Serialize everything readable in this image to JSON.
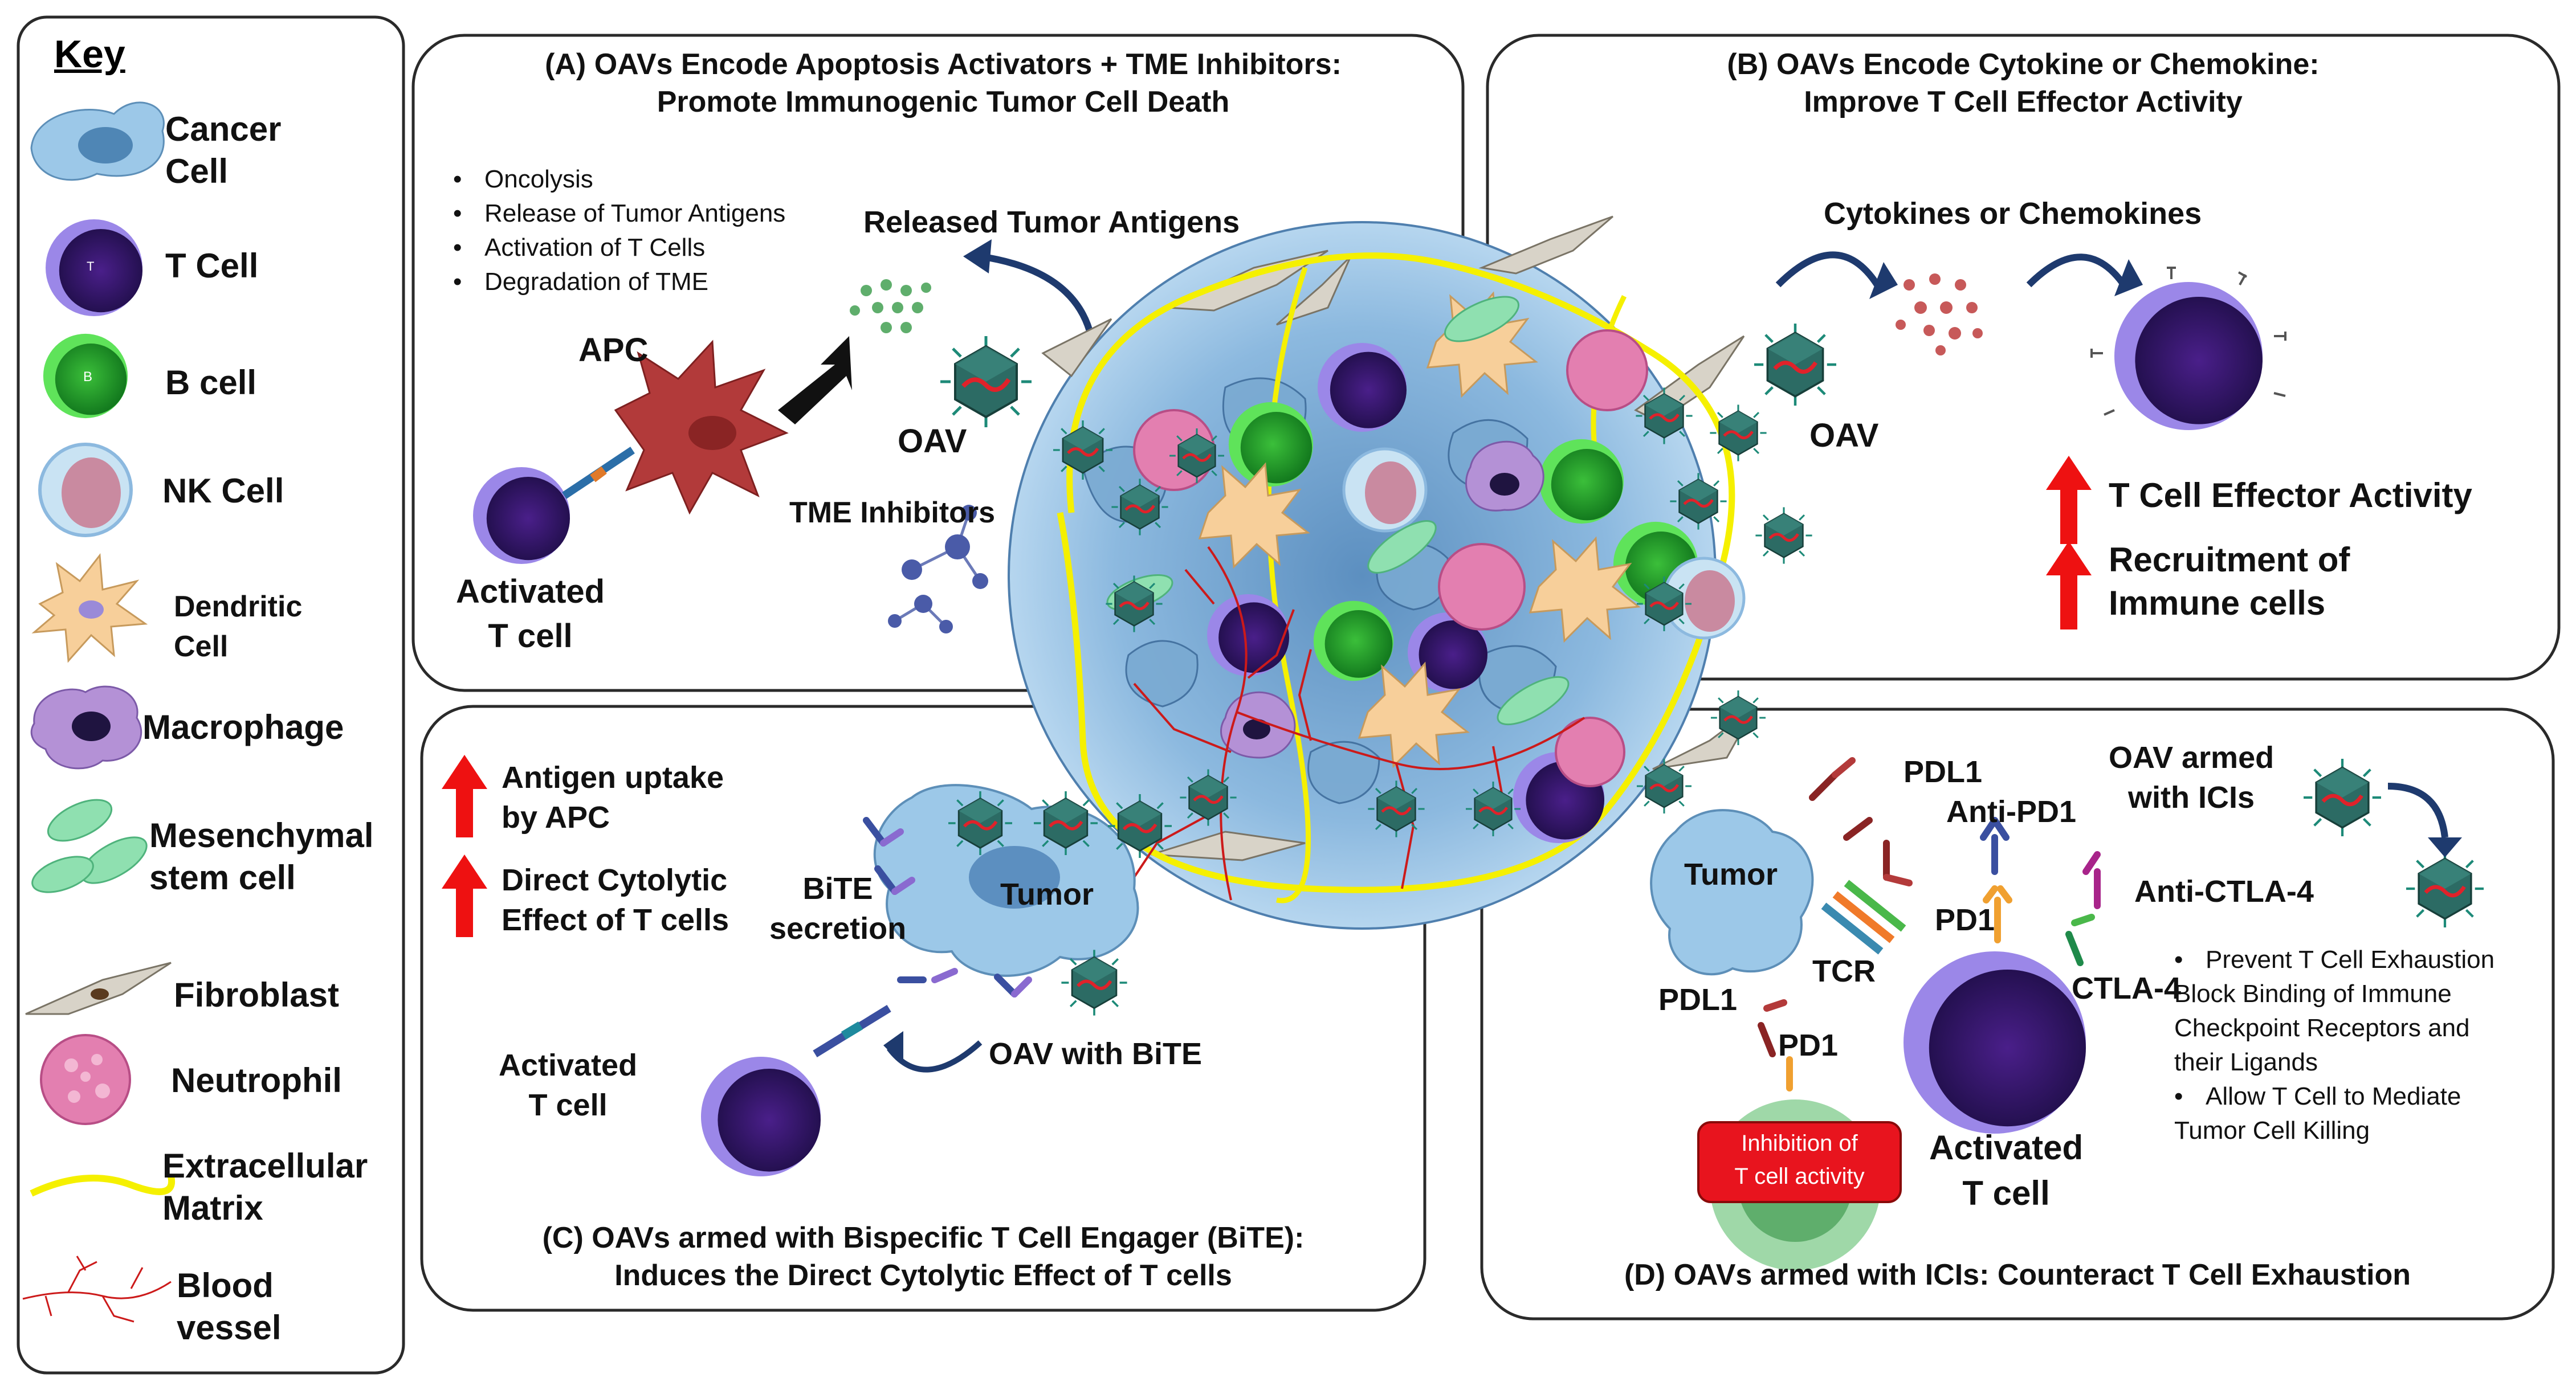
{
  "key": {
    "title": "Key",
    "items": [
      {
        "label": "Cancer\nCell",
        "icon": "cancer-cell-icon"
      },
      {
        "label": "T Cell",
        "icon": "t-cell-icon"
      },
      {
        "label": "B cell",
        "icon": "b-cell-icon"
      },
      {
        "label": "NK Cell",
        "icon": "nk-cell-icon"
      },
      {
        "label": "Dendritic\nCell",
        "icon": "dendritic-cell-icon"
      },
      {
        "label": "Macrophage",
        "icon": "macrophage-icon"
      },
      {
        "label": "Mesenchymal\nstem cell",
        "icon": "mesenchymal-stem-cell-icon"
      },
      {
        "label": "Fibroblast",
        "icon": "fibroblast-icon"
      },
      {
        "label": "Neutrophil",
        "icon": "neutrophil-icon"
      },
      {
        "label": "Extracellular\nMatrix",
        "icon": "extracellular-matrix-icon"
      },
      {
        "label": "Blood\nvessel",
        "icon": "blood-vessel-icon"
      }
    ],
    "t_letter": "T",
    "b_letter": "B"
  },
  "panel_a": {
    "title": "(A) OAVs Encode Apoptosis Activators + TME Inhibitors:\nPromote Immunogenic Tumor Cell Death",
    "bullets": [
      "Oncolysis",
      "Release of Tumor Antigens",
      "Activation of T Cells",
      "Degradation of TME"
    ],
    "released_antigens": "Released Tumor Antigens",
    "apc": "APC",
    "oav": "OAV",
    "tme_inhibitors": "TME Inhibitors",
    "activated_t_cell": "Activated\nT cell"
  },
  "panel_b": {
    "title": "(B) OAVs Encode Cytokine or Chemokine:\nImprove T Cell Effector Activity",
    "cytokines": "Cytokines or Chemokines",
    "oav": "OAV",
    "effects": [
      "T Cell  Effector Activity",
      "Recruitment of\nImmune cells"
    ]
  },
  "panel_c": {
    "title": "(C) OAVs armed with Bispecific T Cell Engager (BiTE):\nInduces the Direct Cytolytic Effect of T cells",
    "effects": [
      "Antigen uptake\nby APC",
      "Direct Cytolytic\nEffect of T cells"
    ],
    "bite_secretion": "BiTE\nsecretion",
    "tumor": "Tumor",
    "activated_t_cell": "Activated\nT cell",
    "oav_with_bite": "OAV with BiTE"
  },
  "panel_d": {
    "title": "(D) OAVs armed with ICIs: Counteract T Cell Exhaustion",
    "oav_armed": "OAV armed\nwith ICIs",
    "pdl1_top": "PDL1",
    "anti_pd1": "Anti-PD1",
    "pd1_top": "PD1",
    "anti_ctla4": "Anti-CTLA-4",
    "tumor": "Tumor",
    "tcr": "TCR",
    "ctla4": "CTLA-4",
    "pdl1_bottom": "PDL1",
    "pd1_bottom": "PD1",
    "inhibition": "Inhibition of\nT cell activity",
    "activated_t_cell": "Activated\nT cell",
    "bullets": [
      "Prevent T Cell Exhaustion\nBlock Binding of Immune\nCheckpoint Receptors and\ntheir Ligands",
      "Allow T Cell to Mediate\nTumor Cell Killing"
    ]
  },
  "colors": {
    "t_cell": "#3b1670",
    "t_cell_rim": "#9b87e8",
    "b_cell": "#1f8a2a",
    "b_cell_rim": "#5fe35a",
    "cancer": "#9cc8e8",
    "apc": "#b23a3a",
    "up_arrow": "#ee1111",
    "ecm": "#f5f000",
    "vessel": "#cc1a1a",
    "inhibition_box": "#e8141e",
    "virus": "#2c6b64"
  }
}
